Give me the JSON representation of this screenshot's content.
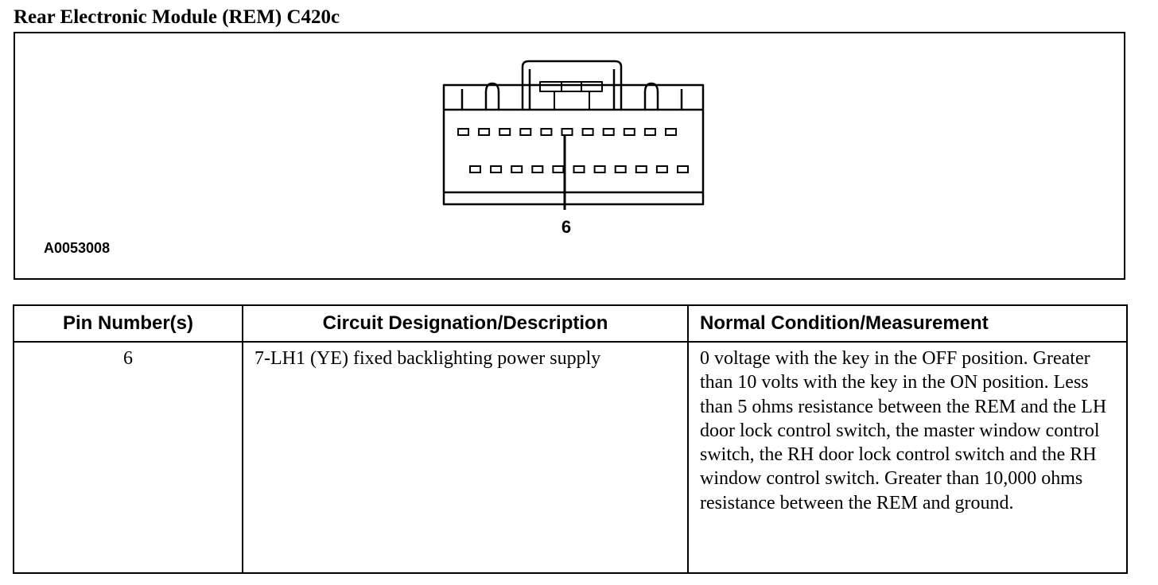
{
  "document": {
    "title": "Rear Electronic Module (REM) C420c"
  },
  "figure": {
    "id": "A0053008",
    "callout_label": "6",
    "top_row_cavity_count": 11,
    "bottom_row_cavity_count": 11
  },
  "table": {
    "headers": {
      "pin": "Pin Number(s)",
      "circuit": "Circuit Designation/Description",
      "measurement": "Normal Condition/Measurement"
    },
    "rows": [
      {
        "pin": "6",
        "circuit": "7-LH1 (YE) fixed backlighting power supply",
        "measurement": "0 voltage with the key in the OFF position. Greater than 10 volts with the key in the ON position. Less than 5 ohms resistance between the REM and the LH door lock control switch, the master window control switch, the RH door lock control  switch and the RH window control switch. Greater than 10,000 ohms resistance between the REM and ground."
      }
    ]
  }
}
